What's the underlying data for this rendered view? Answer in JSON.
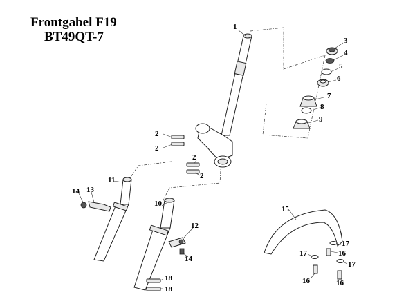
{
  "header": {
    "title_line1": "Frontgabel F19",
    "title_line2": "BT49QT-7"
  },
  "diagram": {
    "type": "exploded-parts-view",
    "labels": [
      "1",
      "2",
      "2",
      "2",
      "2",
      "3",
      "4",
      "5",
      "6",
      "7",
      "8",
      "9",
      "10",
      "11",
      "12",
      "13",
      "14",
      "14",
      "15",
      "16",
      "16",
      "16",
      "17",
      "17",
      "17",
      "18",
      "18"
    ]
  }
}
